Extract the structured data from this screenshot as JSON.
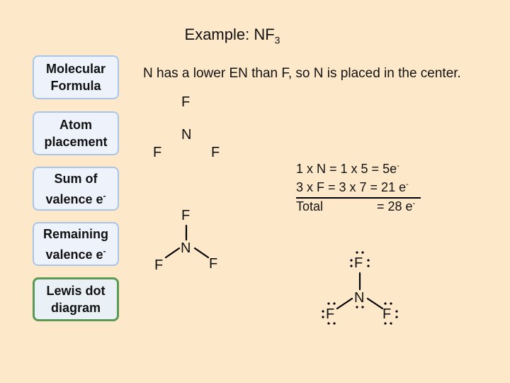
{
  "title": {
    "prefix": "Example: NF",
    "subscript": "3"
  },
  "steps": [
    {
      "line1": "Molecular",
      "line2": "Formula",
      "sup": ""
    },
    {
      "line1": "Atom",
      "line2": "placement",
      "sup": ""
    },
    {
      "line1": "Sum of",
      "line2": "valence e",
      "sup": "-"
    },
    {
      "line1": "Remaining",
      "line2": "valence e",
      "sup": "-"
    },
    {
      "line1": "Lewis dot",
      "line2": "diagram",
      "sup": ""
    }
  ],
  "statement": "N has a lower EN than F, so N is placed in the center.",
  "placement": {
    "top": "F",
    "center": "N",
    "left": "F",
    "right": "F"
  },
  "bonded": {
    "top": "F",
    "center": "N",
    "left": "F",
    "right": "F"
  },
  "lewis": {
    "top": "F",
    "center": "N",
    "left": "F",
    "right": "F"
  },
  "calc": {
    "line1": "1 x N = 1 x 5 =  5e",
    "line1_sup": "-",
    "line2": "3 x F = 3 x 7 = 21 e",
    "line2_sup": "-",
    "total_label": "Total",
    "total_value": "= 28 e",
    "total_sup": "-"
  },
  "colors": {
    "background": "#fde9c9",
    "step_border": "#a9c6ea",
    "step_active_border": "#5a9a55"
  }
}
